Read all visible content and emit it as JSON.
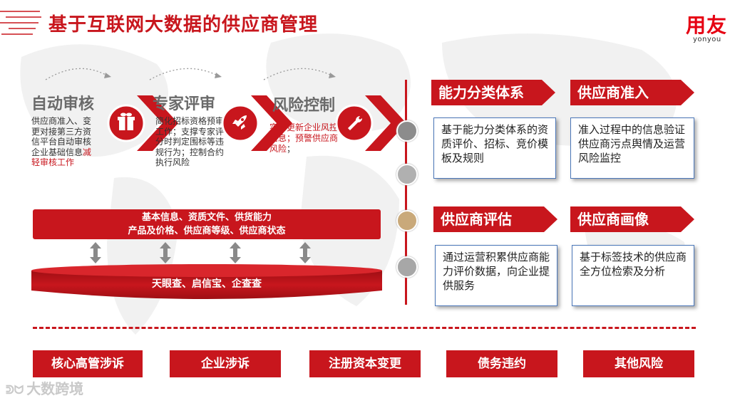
{
  "header": {
    "title": "基于互联网大数据的供应商管理",
    "logo_cn": "用友",
    "logo_en": "yonyou"
  },
  "steps": [
    {
      "title": "自动审核",
      "icon": "gift-icon",
      "desc_main": "供应商准入、变更对接第三方资信平台自动审核企业基础信息",
      "desc_highlight": "减轻审核工作"
    },
    {
      "title": "专家评审",
      "icon": "rocket-icon",
      "desc_main": "简化招标资格预审工作；支撑专家评分时判定围标等违规行为；控制合约执行风险"
    },
    {
      "title": "风险控制",
      "icon": "wrench-icon",
      "desc_a": "实时更新企业风控信息；预警供应商",
      "desc_b": "风险",
      "desc_c": "；"
    }
  ],
  "data_bar": {
    "line1": "基本信息、资质文件、供货能力",
    "line2": "产品及价格、供应商等级、供应商状态"
  },
  "data_source": "天眼查、启信宝、企查查",
  "categories": [
    {
      "label": "能力分类体系",
      "desc": "基于能力分类体系的资质评价、招标、竞价模板及规则"
    },
    {
      "label": "供应商准入",
      "desc": "准入过程中的信息验证供应商污点舆情及运营风险监控"
    },
    {
      "label": "供应商评估",
      "desc": "通过运营积累供应商能力评价数据，向企业提供服务"
    },
    {
      "label": "供应商画像",
      "desc": "基于标签技术的供应商全方位检索及分析"
    }
  ],
  "risks": [
    "核心高管涉诉",
    "企业涉诉",
    "注册资本变更",
    "债务违约",
    "其他风险"
  ],
  "watermark": "大数跨境",
  "colors": {
    "brand_red": "#c8161d",
    "card_border": "#4a76b8",
    "step_grey": "#6a6a6a"
  }
}
